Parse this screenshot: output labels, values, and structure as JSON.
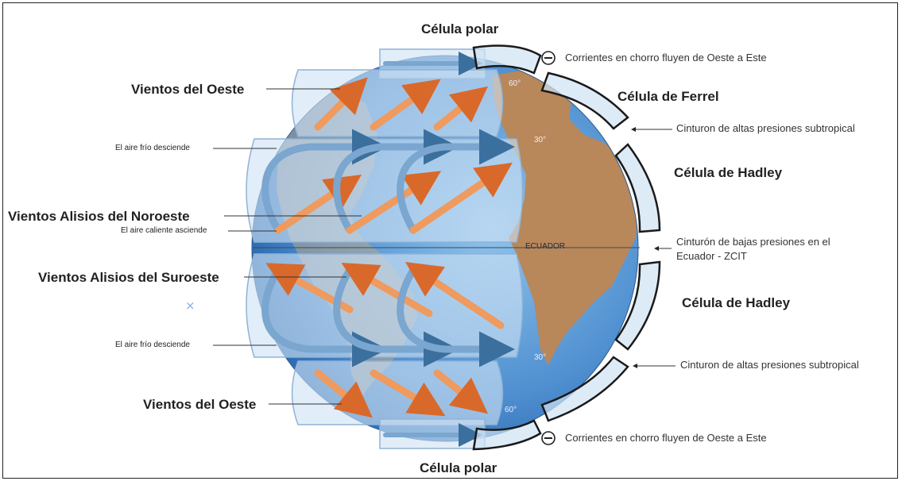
{
  "cells": {
    "polar_top": "Célula polar",
    "polar_bottom": "Célula polar",
    "ferrel": "Célula de Ferrel",
    "hadley_north": "Célula de Hadley",
    "hadley_south": "Célula de Hadley"
  },
  "winds": {
    "westerlies_north": "Vientos del Oeste",
    "westerlies_south": "Vientos del Oeste",
    "trades_ne": "Vientos Alisios del Noroeste",
    "trades_se": "Vientos Alisios del Suroeste"
  },
  "air": {
    "cold_descends_north": "El aire frío desciende",
    "warm_rises": "El aire caliente asciende",
    "cold_descends_south": "El aire frío desciende"
  },
  "pressure": {
    "subtropical_high_north": "Cinturon de altas presiones subtropical",
    "equatorial_low_line1": "Cinturón de bajas presiones en el",
    "equatorial_low_line2": "Ecuador - ZCIT",
    "subtropical_high_south": "Cinturon de altas presiones subtropical"
  },
  "jet": {
    "north": "Corrientes en chorro fluyen de Oeste a Este",
    "south": "Corrientes en chorro fluyen de Oeste a Este",
    "symbol": "−"
  },
  "latitudes": {
    "n60": "60°",
    "n30": "30°",
    "equator": "ECUADOR",
    "s30": "30°",
    "s60": "60°"
  },
  "marker": "×",
  "colors": {
    "ocean": "#5b9bd5",
    "land": "#b8875a",
    "tube": "#c9def1",
    "warm_arrow": "#e8894a",
    "cold_arrow": "#6f9dc4",
    "cell_outline": "#1a1a1a"
  }
}
